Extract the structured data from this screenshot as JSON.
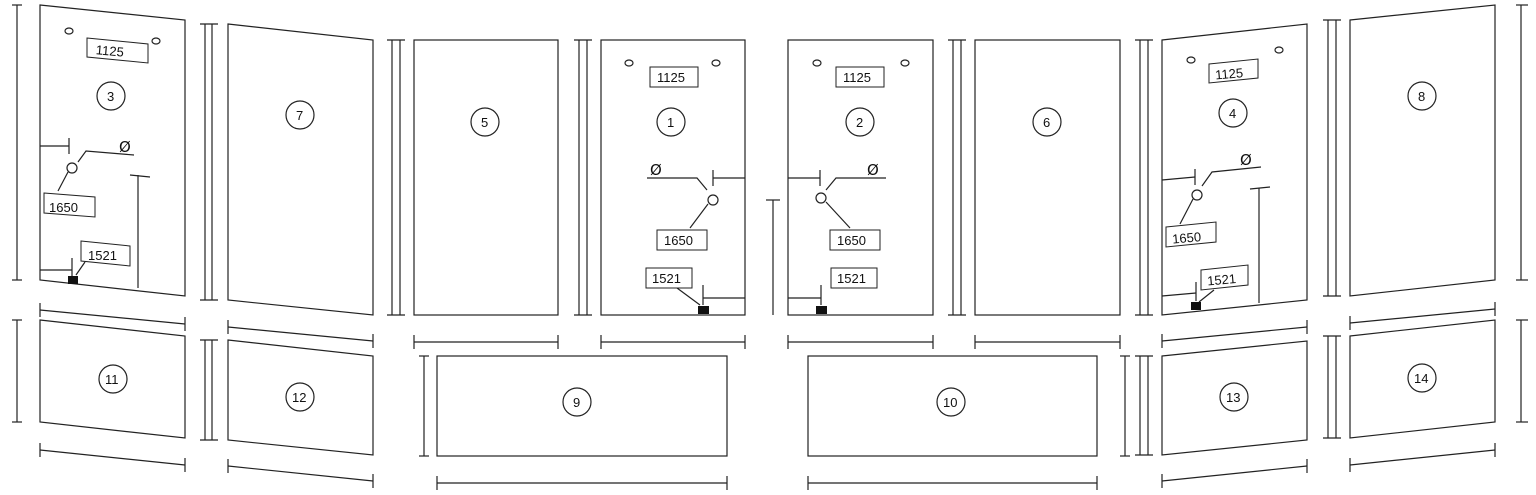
{
  "labels": {
    "height_top": "1125",
    "height_mid": "1650",
    "height_low": "1521",
    "diameter": "Ø"
  },
  "panels": {
    "p1": "1",
    "p2": "2",
    "p3": "3",
    "p4": "4",
    "p5": "5",
    "p6": "6",
    "p7": "7",
    "p8": "8",
    "p9": "9",
    "p10": "10",
    "p11": "11",
    "p12": "12",
    "p13": "13",
    "p14": "14"
  }
}
